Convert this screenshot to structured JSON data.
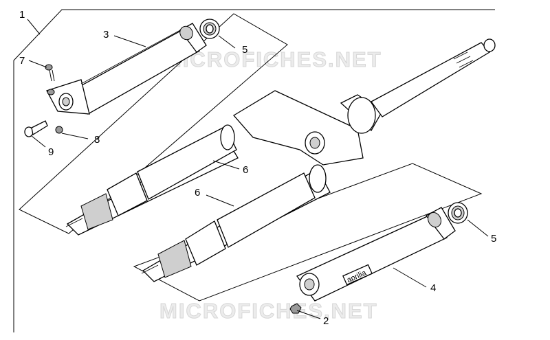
{
  "callouts": {
    "c1": "1",
    "c2": "2",
    "c3": "3",
    "c4": "4",
    "c5a": "5",
    "c5b": "5",
    "c6a": "6",
    "c6b": "6",
    "c7": "7",
    "c8": "8",
    "c9": "9"
  },
  "watermark": {
    "top": "MICROFICHES.NET",
    "bottom": "MICROFICHES.NET"
  },
  "brand_label": "aprilia"
}
